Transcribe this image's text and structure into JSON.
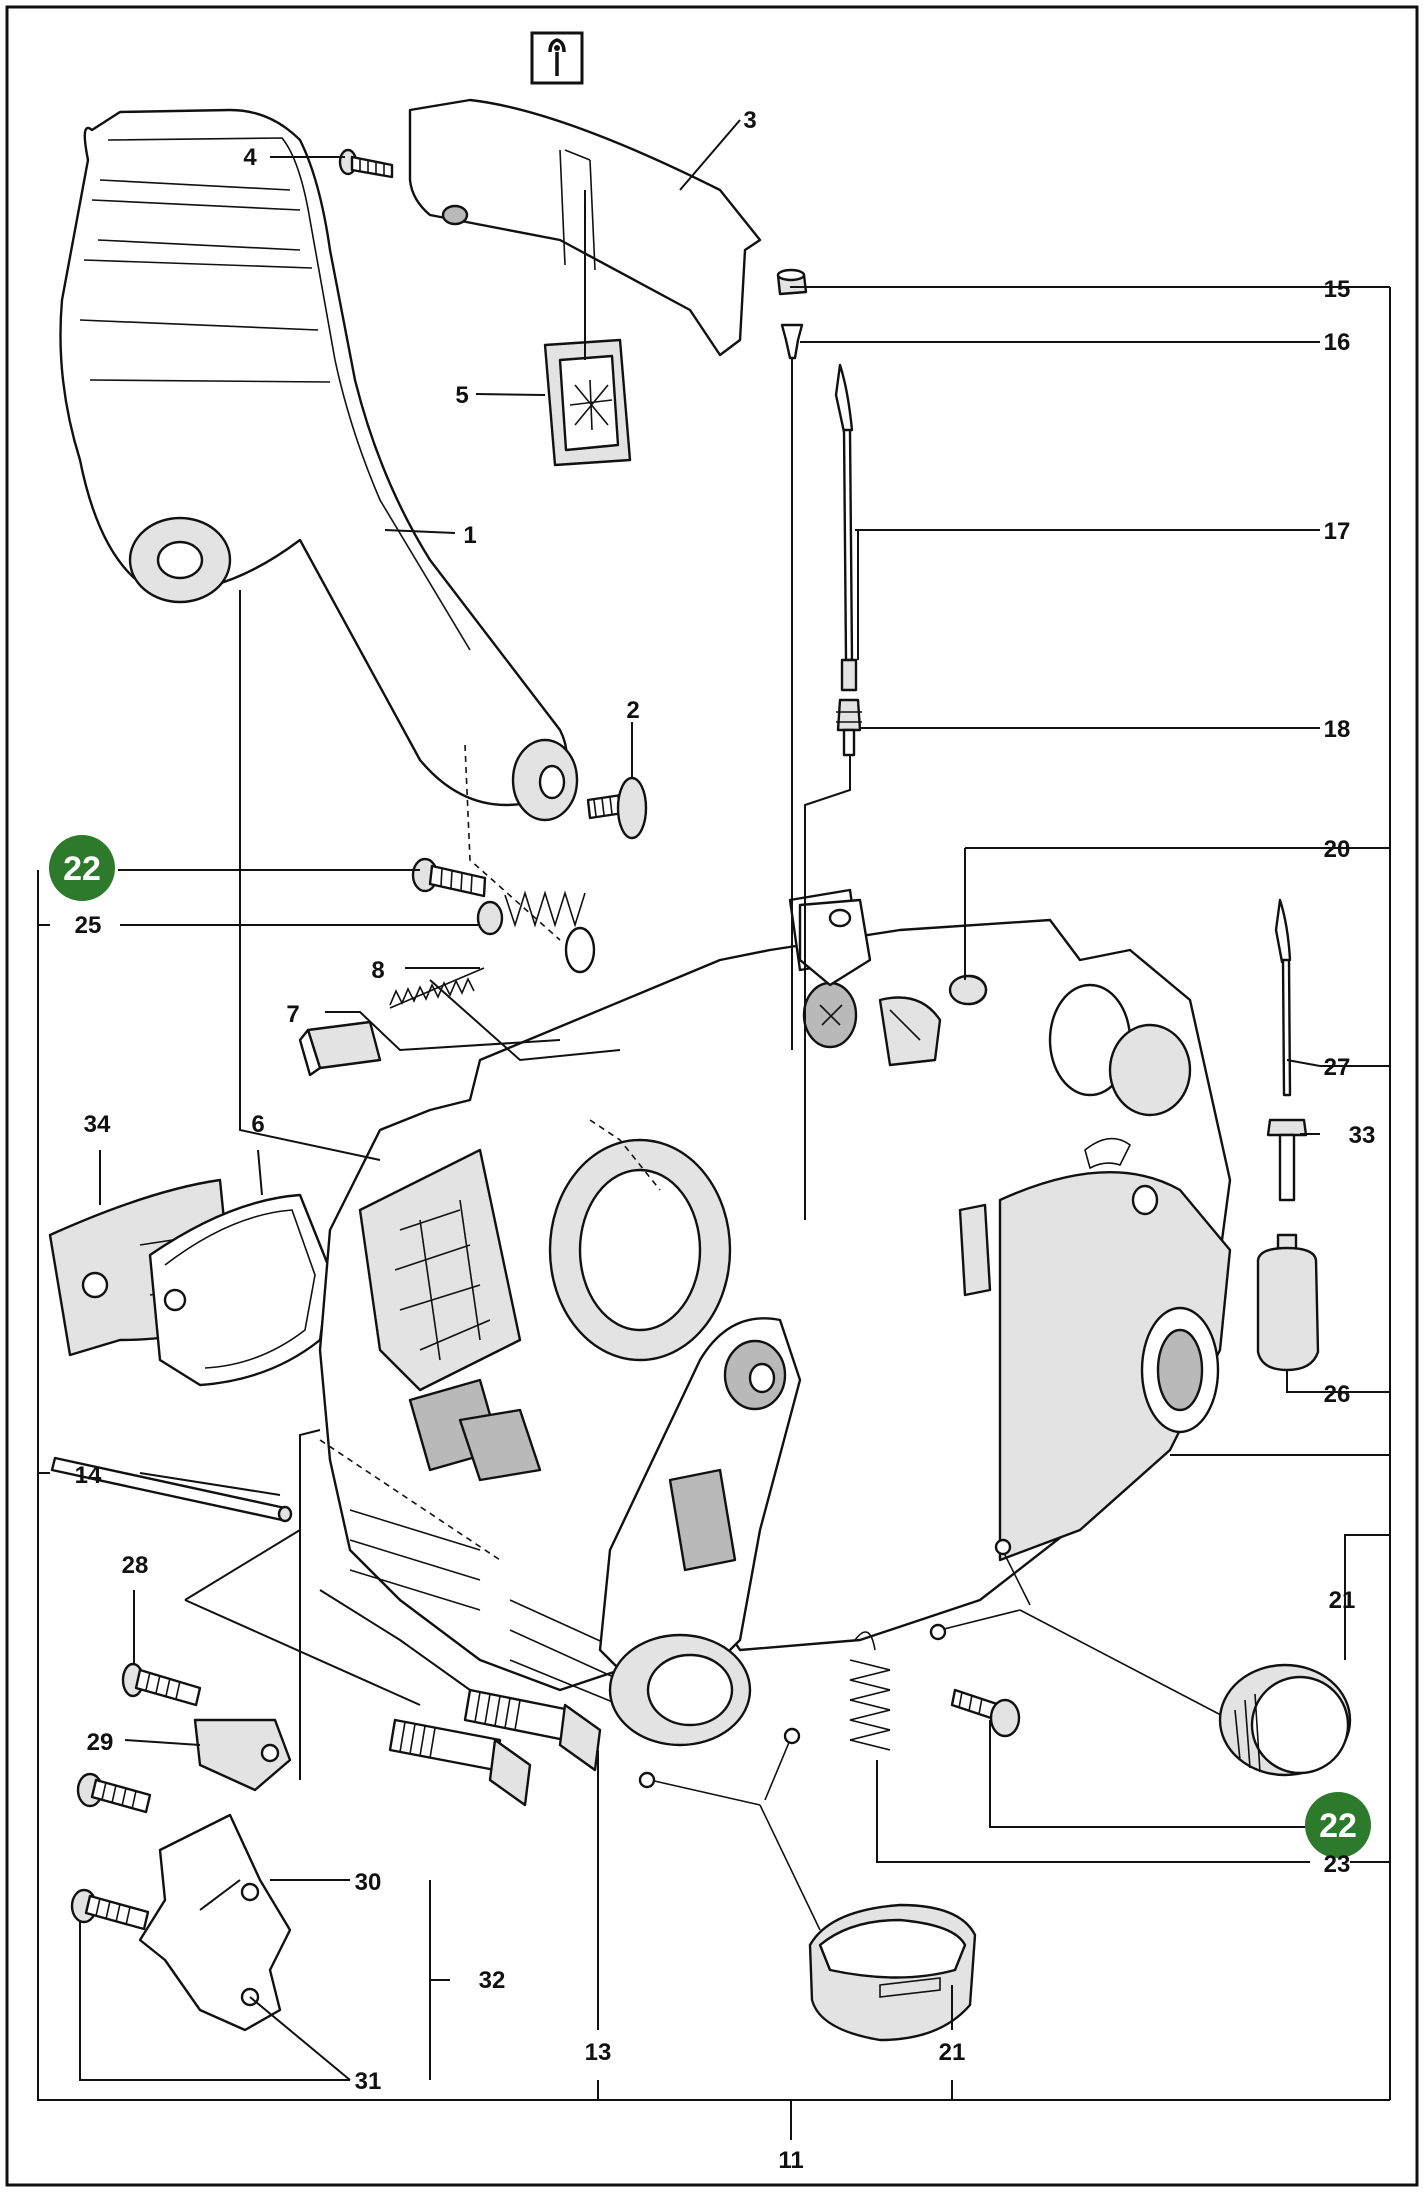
{
  "header": {
    "tool_icon": "wrench-icon"
  },
  "labels": {
    "p1": "1",
    "p2": "2",
    "p3": "3",
    "p4": "4",
    "p5": "5",
    "p6": "6",
    "p7": "7",
    "p8": "8",
    "p11": "11",
    "p13": "13",
    "p14": "14",
    "p15": "15",
    "p16": "16",
    "p17": "17",
    "p18": "18",
    "p20": "20",
    "p21a": "21",
    "p21b": "21",
    "p22a": "22",
    "p22b": "22",
    "p23": "23",
    "p25": "25",
    "p26": "26",
    "p27": "27",
    "p28": "28",
    "p29": "29",
    "p30": "30",
    "p31": "31",
    "p32": "32",
    "p33": "33",
    "p34": "34"
  },
  "colors": {
    "badge": "#2d7a2d",
    "line": "#111111",
    "frame": "#111111"
  }
}
